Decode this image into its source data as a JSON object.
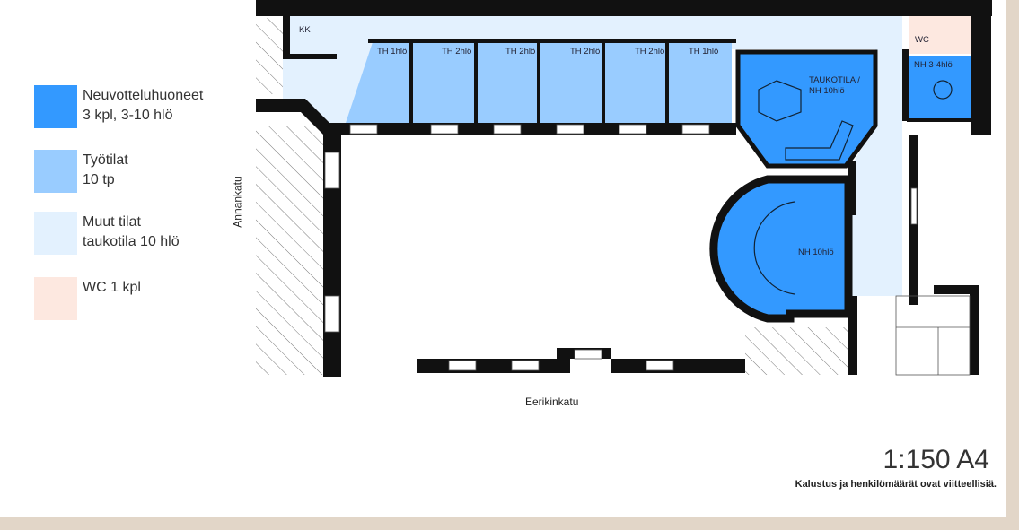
{
  "legend": [
    {
      "line1": "Neuvotteluhuoneet",
      "line2": "3 kpl, 3-10 hlö",
      "color": "#3399ff"
    },
    {
      "line1": "Työtilat",
      "line2": "10 tp",
      "color": "#99ccff"
    },
    {
      "line1": "Muut tilat",
      "line2": "taukotila 10 hlö",
      "color": "#e3f1fe"
    },
    {
      "line1": "WC 1 kpl",
      "line2": "",
      "color": "#fde8e0"
    }
  ],
  "streets": {
    "west": "Annankatu",
    "south": "Eerikinkatu"
  },
  "rooms": {
    "kk": "KK",
    "th": [
      "TH 1hlö",
      "TH 2hlö",
      "TH 2hlö",
      "TH 2hlö",
      "TH 2hlö",
      "TH 1hlö"
    ],
    "taukotila_1": "TAUKOTILA /",
    "taukotila_2": "NH 10hlö",
    "wc": "WC",
    "nh34": "NH 3-4hlö",
    "nh10": "NH 10hlö"
  },
  "scale": "1:150 A4",
  "note": "Kalustus ja henkilömäärät ovat viitteellisiä."
}
